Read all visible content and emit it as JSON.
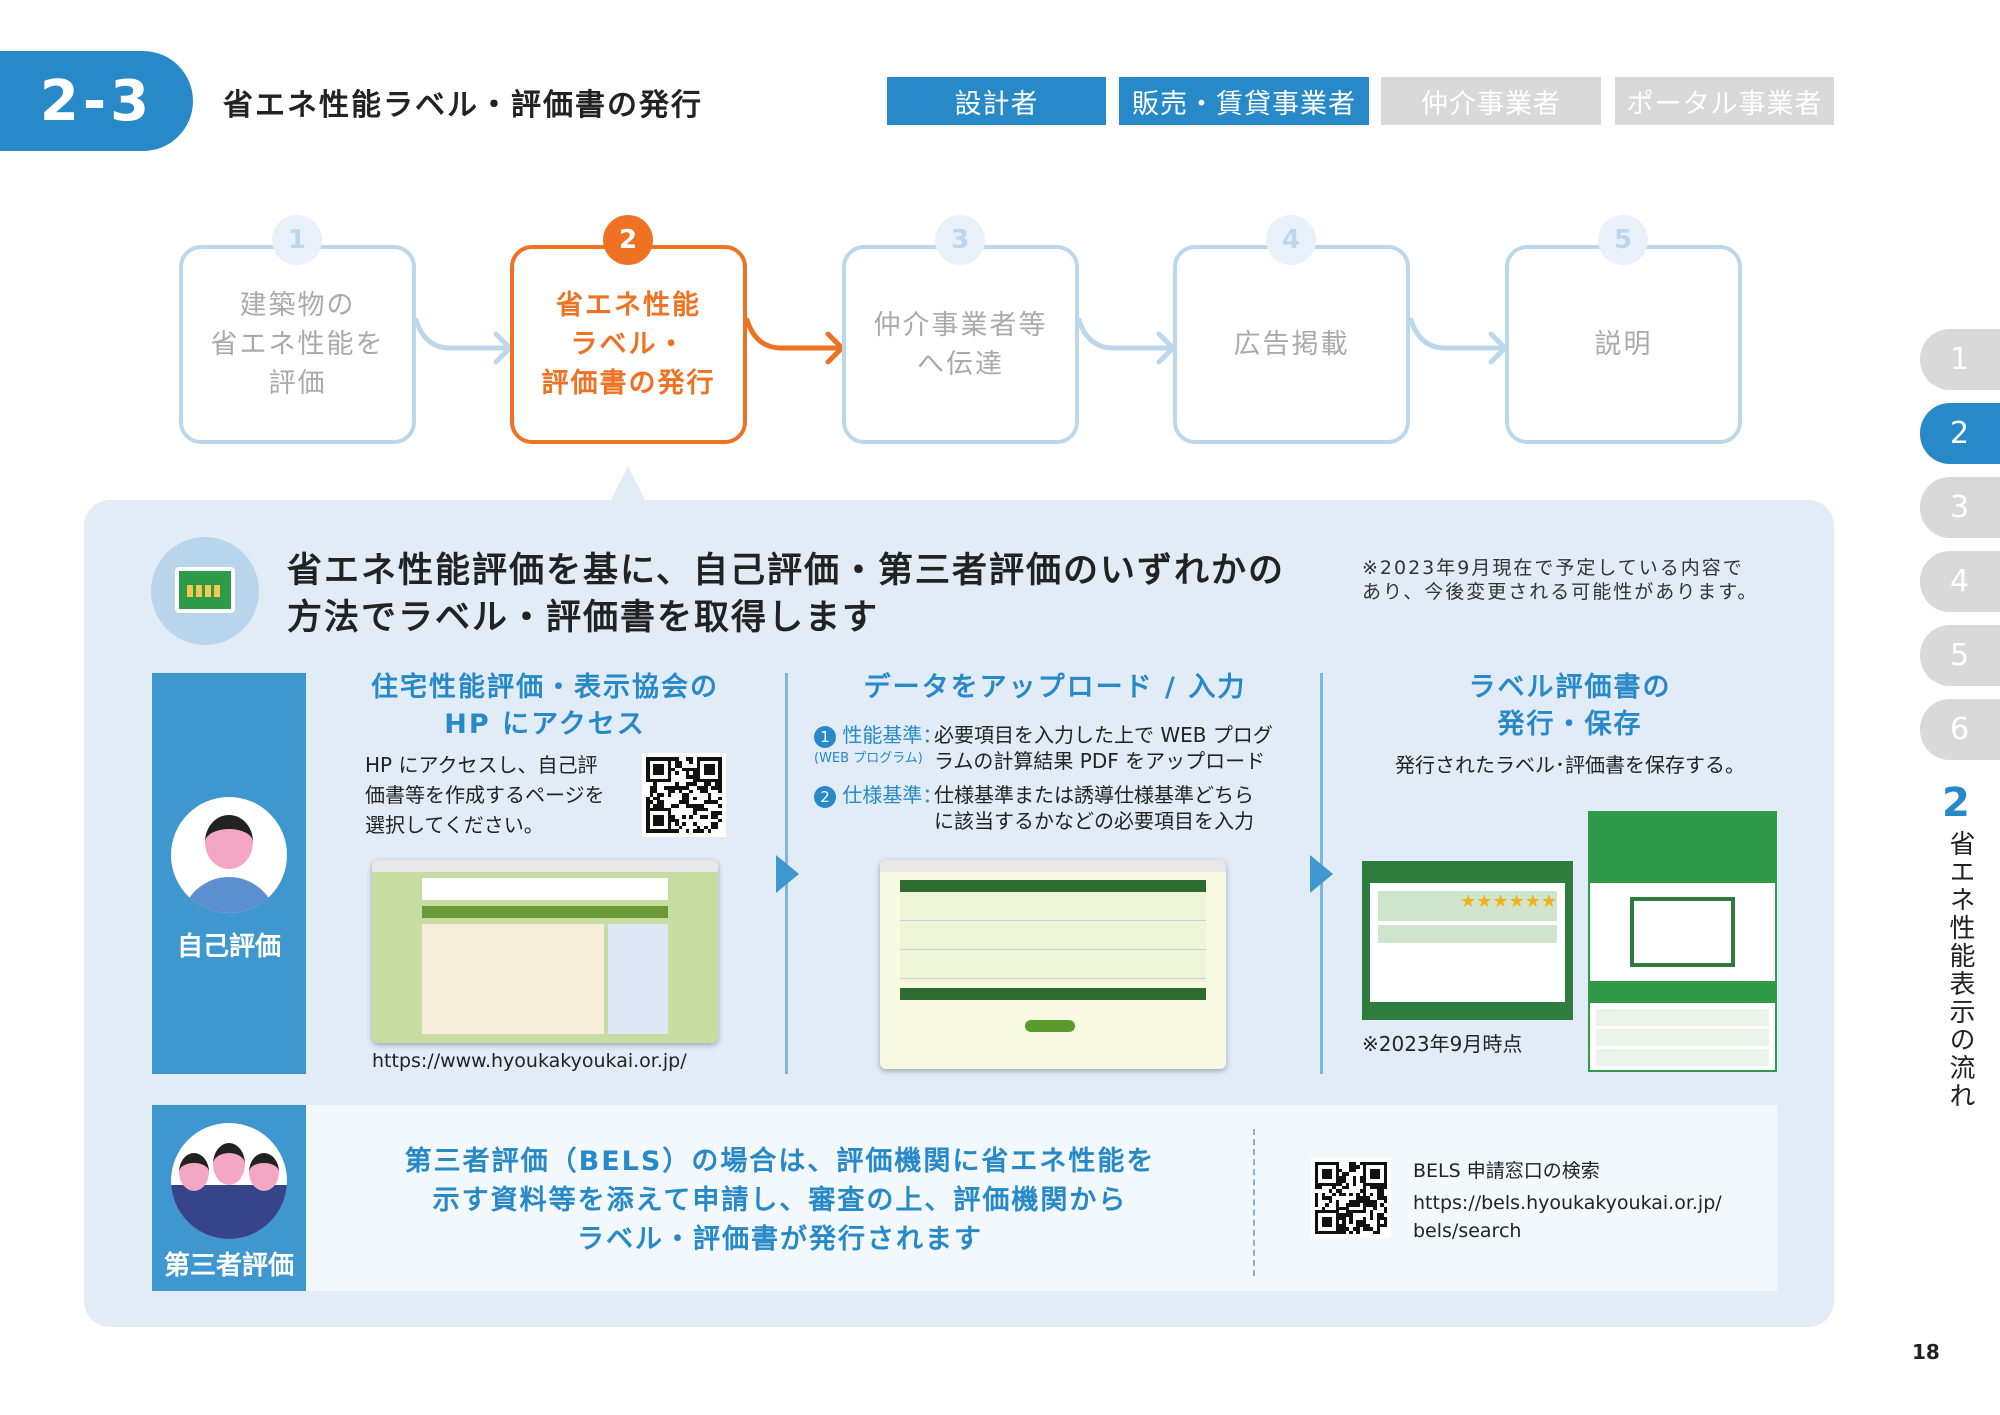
{
  "header": {
    "section_number": "2-3",
    "title": "省エネ性能ラベル・評価書の発行",
    "roles": [
      {
        "label": "設計者",
        "active": true
      },
      {
        "label": "販売・賃貸事業者",
        "active": true
      },
      {
        "label": "仲介事業者",
        "active": false
      },
      {
        "label": "ポータル事業者",
        "active": false
      }
    ]
  },
  "steps": [
    {
      "number": "1",
      "label": "建築物の\n省エネ性能を\n評価",
      "active": false
    },
    {
      "number": "2",
      "label": "省エネ性能\nラベル・\n評価書の発行",
      "active": true
    },
    {
      "number": "3",
      "label": "仲介事業者等\nへ伝達",
      "active": false
    },
    {
      "number": "4",
      "label": "広告掲載",
      "active": false
    },
    {
      "number": "5",
      "label": "説明",
      "active": false
    }
  ],
  "side_nav": {
    "tabs": [
      "1",
      "2",
      "3",
      "4",
      "5",
      "6"
    ],
    "active": "2",
    "chapter_number": "2",
    "chapter_title": "省エネ性能表示の流れ"
  },
  "panel": {
    "heading_line1": "省エネ性能評価を基に、自己評価・第三者評価のいずれかの",
    "heading_line2": "方法でラベル・評価書を取得します",
    "note_line1": "※2023年9月現在で予定している内容で",
    "note_line2": "あり、今後変更される可能性があります。",
    "self": {
      "label": "自己評価",
      "col1": {
        "title1": "住宅性能評価・表示協会の",
        "title2": "HP にアクセス",
        "text1": "HP にアクセスし、自己評",
        "text2": "価書等を作成するページを",
        "text3": "選択してください。",
        "url": "https://www.hyoukakyoukai.or.jp/"
      },
      "col2": {
        "title": "データをアップロード / 入力",
        "item1": {
          "num": "1",
          "label": "性能基準：",
          "sub": "(WEB プログラム)",
          "text1": "必要項目を入力した上で WEB プログ",
          "text2": "ラムの計算結果 PDF をアップロード"
        },
        "item2": {
          "num": "2",
          "label": "仕様基準：",
          "text1": "仕様基準または誘導仕様基準どちら",
          "text2": "に該当するかなどの必要項目を入力"
        }
      },
      "col3": {
        "title1": "ラベル評価書の",
        "title2": "発行・保存",
        "text": "発行されたラベル･評価書を保存する。",
        "label_note": "※2023年9月時点"
      }
    },
    "third": {
      "label": "第三者評価",
      "text1": "第三者評価（BELS）の場合は、評価機関に省エネ性能を",
      "text2": "示す資料等を添えて申請し、審査の上、評価機関から",
      "text3": "ラベル・評価書が発行されます",
      "search_title": "BELS 申請窓口の検索",
      "url1": "https://bels.hyoukakyoukai.or.jp/",
      "url2": "bels/search"
    }
  },
  "page_number": "18",
  "colors": {
    "primary": "#2789c8",
    "accent": "#ef7223",
    "inactive": "#d9d9d9",
    "panel": "#e1ecf7",
    "label_green": "#2e7d3e"
  }
}
